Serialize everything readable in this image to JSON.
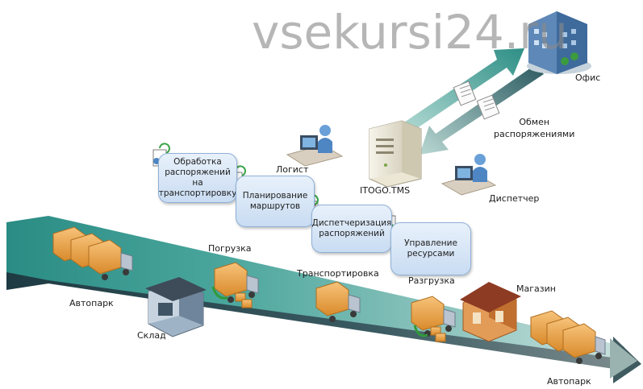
{
  "watermark": "vsekursi24.ru",
  "nodes": {
    "office": "Офис",
    "exchange": "Обмен\nраспоряжениями",
    "server": "ITOGO.TMS",
    "logist": "Логист",
    "dispatcher": "Диспетчер"
  },
  "process_steps": [
    "Обработка\nраспоряжений на\nтранспортировку",
    "Планирование\nмаршрутов",
    "Диспетчеризация\nраспоряжений",
    "Управление\nресурсами"
  ],
  "flow_labels": {
    "depot_start": "Автопарк",
    "loading": "Погрузка",
    "warehouse": "Склад",
    "transport": "Транспортировка",
    "unloading": "Разгрузка",
    "store": "Магазин",
    "depot_end": "Автопарк"
  },
  "colors": {
    "arrow_teal": "#2e8f86",
    "arrow_dark": "#1f3f48",
    "box_border": "#8fb0d6",
    "box_fill": "#d6e5f6",
    "truck_box": "#e8a24a",
    "green_arrow": "#2f9a3a"
  }
}
